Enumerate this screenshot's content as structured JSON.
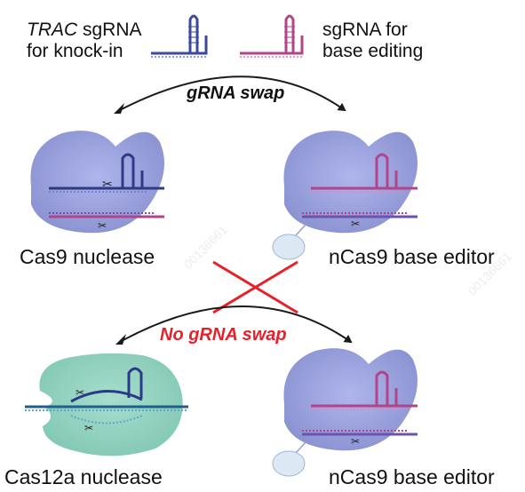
{
  "labels": {
    "trac_sgrna_italic": "TRAC",
    "trac_sgrna_rest": " sgRNA",
    "trac_sgrna_line2": "for knock-in",
    "sgrna_be_line1": "sgRNA for",
    "sgrna_be_line2": "base editing",
    "gRNA_swap": "gRNA swap",
    "cas9_nuclease": "Cas9 nuclease",
    "ncas9_be_top": "nCas9 base editor",
    "no_gRNA_swap": "No gRNA swap",
    "cas12a_nuclease": "Cas12a nuclease",
    "ncas9_be_bottom": "nCas9 base editor"
  },
  "watermarks": {
    "mark1": "00136661",
    "mark2": "00136661"
  },
  "colors": {
    "trac_sgrna": "#3b4a9a",
    "be_sgrna": "#b2458a",
    "cas9_body": "#8c95d6",
    "cas12a_body": "#86cdb9",
    "deaminase": "#dde8f5",
    "red_cross": "#e8202a",
    "no_swap_text": "#e8202a",
    "arrow": "#1a1a1a"
  }
}
